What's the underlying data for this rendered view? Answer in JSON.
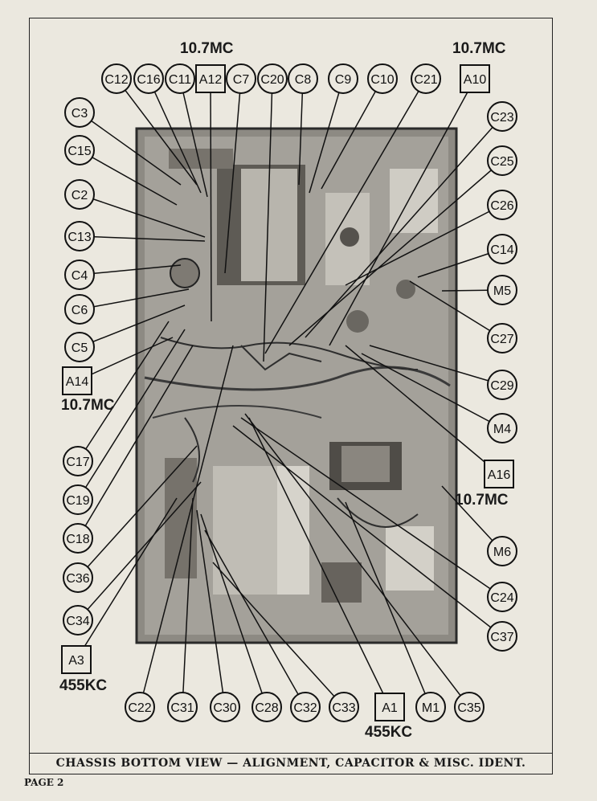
{
  "caption": "CHASSIS BOTTOM VIEW — ALIGNMENT, CAPACITOR & MISC. IDENT.",
  "page": "PAGE 2",
  "freq": {
    "top_left": "10.7MC",
    "top_right": "10.7MC",
    "left_mid": "10.7MC",
    "right_mid": "10.7MC",
    "bottom_left": "455KC",
    "bottom_center": "455KC"
  },
  "callouts": {
    "top": [
      "C12",
      "C16",
      "C11",
      "A12",
      "C7",
      "C20",
      "C8",
      "C9",
      "C10",
      "C21",
      "A10"
    ],
    "left": [
      "C3",
      "C15",
      "C2",
      "C13",
      "C4",
      "C6",
      "C5",
      "A14",
      "C17",
      "C19",
      "C18",
      "C36",
      "C34",
      "A3"
    ],
    "right": [
      "C23",
      "C25",
      "C26",
      "C14",
      "M5",
      "C27",
      "C29",
      "M4",
      "A16",
      "M6",
      "C24",
      "C37"
    ],
    "bottom": [
      "C22",
      "C31",
      "C30",
      "C28",
      "C32",
      "C33",
      "A1",
      "M1",
      "C35"
    ]
  }
}
